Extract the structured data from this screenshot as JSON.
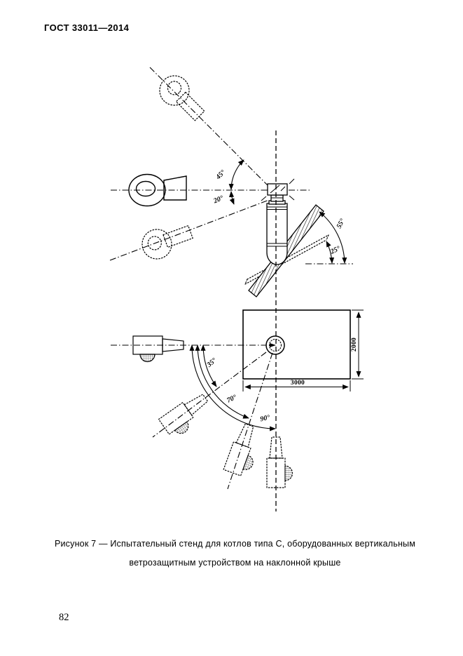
{
  "page": {
    "header_title": "ГОСТ 33011—2014",
    "page_number": "82"
  },
  "figure": {
    "caption_line1": "Рисунок 7 — Испытательный стенд для котлов типа С, оборудованных вертикальным",
    "caption_line2": "ветрозащитным устройством на наклонной крыше",
    "labels": {
      "angle_45": "45°",
      "angle_20": "20°",
      "angle_55": "55°",
      "angle_25": "25°",
      "angle_35": "35°",
      "angle_70": "70°",
      "angle_90": "90°"
    },
    "dimensions": {
      "plan_width_mm": "3000",
      "plan_depth_mm": "2000"
    }
  }
}
